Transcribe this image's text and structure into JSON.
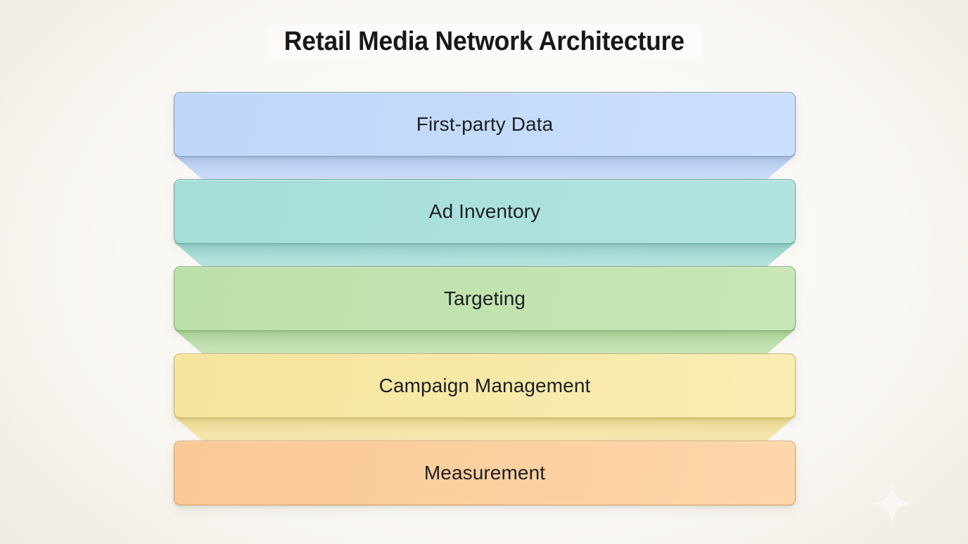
{
  "page": {
    "title": "Retail Media Network Architecture",
    "background_color": "#FAF8F4",
    "title_color": "#16181B"
  },
  "decor": {
    "sparkle_icon": "sparkle-icon"
  },
  "chart_data": {
    "type": "funnel",
    "title": "Retail Media Network Architecture",
    "orientation": "vertical-descending",
    "stage_count": 5,
    "stages": [
      {
        "label": "First-party Data",
        "level": 1,
        "fill_left": "#BFD6FA",
        "fill_right": "#CBE0FD",
        "border_color": "#7E9BBE",
        "connector_color": "#AFCAF6"
      },
      {
        "label": "Ad Inventory",
        "level": 2,
        "fill_left": "#A4DED9",
        "fill_right": "#B2E4DF",
        "border_color": "#63A8A3",
        "connector_color": "#8FD4CE"
      },
      {
        "label": "Targeting",
        "level": 3,
        "fill_left": "#BCE0A9",
        "fill_right": "#C8E6B7",
        "border_color": "#7BAA68",
        "connector_color": "#A9D795"
      },
      {
        "label": "Campaign Management",
        "level": 4,
        "fill_left": "#F6E49C",
        "fill_right": "#FAEDB4",
        "border_color": "#CFAF55",
        "connector_color": "#F2DC8C"
      },
      {
        "label": "Measurement",
        "level": 5,
        "fill_left": "#FAC894",
        "fill_right": "#FDD6AA",
        "border_color": "#D6A068",
        "connector_color": "#F9C288"
      }
    ]
  }
}
